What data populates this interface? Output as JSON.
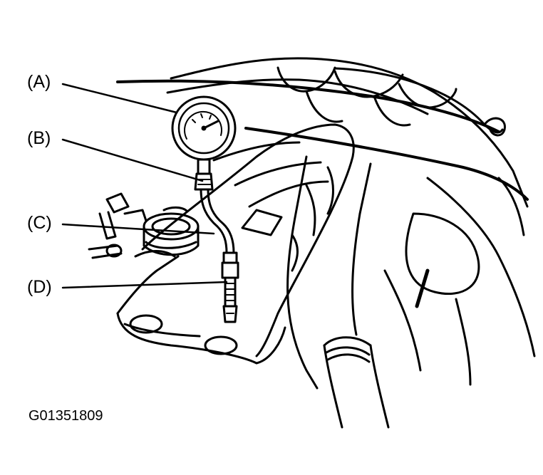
{
  "callouts": {
    "a": "(A)",
    "b": "(B)",
    "c": "(C)",
    "d": "(D)"
  },
  "figure_id": "G01351809",
  "colors": {
    "ink": "#000000",
    "background": "#ffffff"
  }
}
